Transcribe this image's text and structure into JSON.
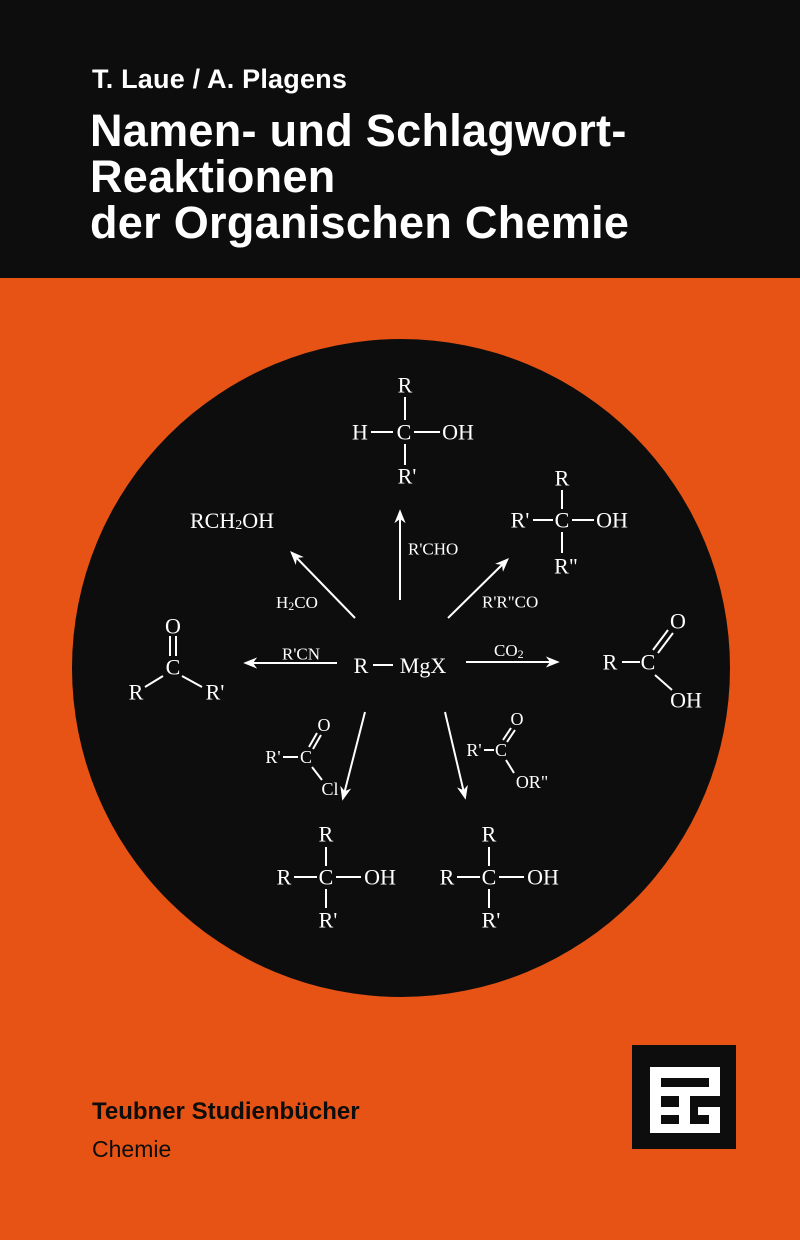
{
  "cover": {
    "authors": "T. Laue / A. Plagens",
    "title_lines": [
      "Namen- und Schlagwort-",
      "Reaktionen",
      "der Organischen Chemie"
    ],
    "series": "Teubner Studienbücher",
    "subject": "Chemie",
    "publisher_logo": "TBG",
    "colors": {
      "background": "#e65315",
      "band": "#0d0d0d",
      "text": "#ffffff"
    }
  },
  "diagram": {
    "center": {
      "r": "R",
      "mgx": "MgX"
    },
    "reagents": {
      "h2co": {
        "a": "H",
        "sub": "2",
        "b": "CO"
      },
      "rcho": "R'CHO",
      "rrco": "R'R\"CO",
      "rcn": "R'CN",
      "co2": {
        "a": "CO",
        "sub": "2"
      }
    },
    "products": {
      "primary_alcohol": {
        "a": "RCH",
        "sub": "2",
        "b": "OH"
      },
      "secondary_alcohol": {
        "top": "R",
        "left": "H",
        "center": "C",
        "right": "OH",
        "bottom": "R'"
      },
      "tertiary_alcohol": {
        "top": "R",
        "left": "R'",
        "center": "C",
        "right": "OH",
        "bottom": "R\""
      },
      "ketone": {
        "o": "O",
        "c": "C",
        "left": "R",
        "right": "R'"
      },
      "carboxylic_acid": {
        "left": "R",
        "c": "C",
        "o": "O",
        "oh": "OH"
      },
      "acid_chloride": {
        "left": "R'",
        "c": "C",
        "o": "O",
        "cl": "Cl"
      },
      "ester": {
        "left": "R'",
        "c": "C",
        "o": "O",
        "or": "OR\""
      },
      "alcohol_from_chloride": {
        "top": "R",
        "left": "R",
        "center": "C",
        "right": "OH",
        "bottom": "R'"
      },
      "alcohol_from_ester": {
        "top": "R",
        "left": "R",
        "center": "C",
        "right": "OH",
        "bottom": "R'"
      }
    }
  }
}
